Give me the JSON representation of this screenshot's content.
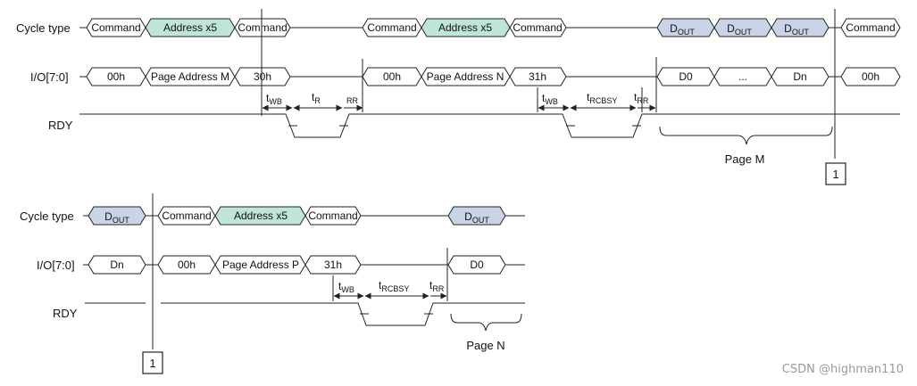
{
  "row_labels": {
    "cycle_type": "Cycle type",
    "io": "I/O[7:0]",
    "rdy": "RDY"
  },
  "diagram1": {
    "cycle": {
      "c1": "Command",
      "c2": "Address x5",
      "c3": "Command",
      "c4": "Command",
      "c5": "Address x5",
      "c6": "Command",
      "d1": "D",
      "d2": "D",
      "d3": "D",
      "dout_sub": "OUT",
      "c7": "Command"
    },
    "io": {
      "v1": "00h",
      "v2": "Page Address M",
      "v3": "30h",
      "v4": "00h",
      "v5": "Page Address N",
      "v6": "31h",
      "v7": "D0",
      "v8": "...",
      "v9": "Dn",
      "v10": "00h"
    },
    "timing": {
      "t1": "t",
      "t1_sub": "WB",
      "t2": "t",
      "t2_sub": "R",
      "t3": "RR",
      "t4": "t",
      "t4_sub": "WB",
      "t5": "t",
      "t5_sub": "RCBSY",
      "t6": "t",
      "t6_sub": "RR"
    },
    "brace_label": "Page M",
    "marker": "1"
  },
  "diagram2": {
    "cycle": {
      "d1": "D",
      "dout_sub": "OUT",
      "c1": "Command",
      "c2": "Address x5",
      "c3": "Command",
      "d2": "D"
    },
    "io": {
      "v1": "Dn",
      "v2": "00h",
      "v3": "Page Address P",
      "v4": "31h",
      "v5": "D0"
    },
    "timing": {
      "t1": "t",
      "t1_sub": "WB",
      "t2": "t",
      "t2_sub": "RCBSY",
      "t3": "t",
      "t3_sub": "RR"
    },
    "brace_label": "Page N",
    "marker": "1"
  },
  "watermark": "CSDN @highman110"
}
